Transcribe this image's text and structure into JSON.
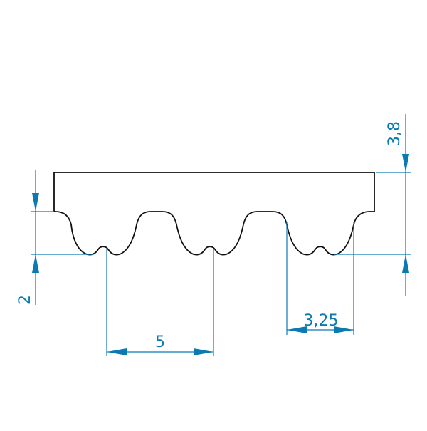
{
  "diagram": {
    "dimensions": {
      "total_height": "3,8",
      "tooth_height": "2",
      "pitch": "5",
      "tooth_width": "3,25"
    },
    "colors": {
      "profile": "#111111",
      "dimension": "#0a7ab0",
      "background": "#ffffff"
    }
  }
}
